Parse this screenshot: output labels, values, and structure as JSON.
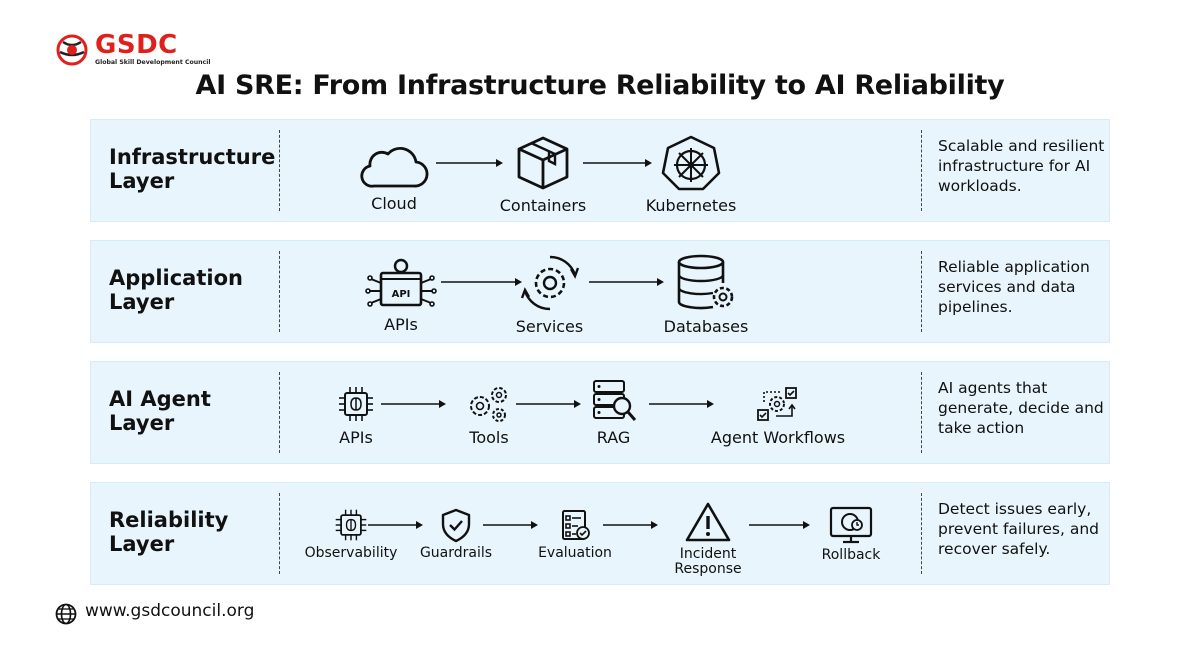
{
  "logo": {
    "text": "GSDC",
    "subtitle": "Global Skill Development Council"
  },
  "title": "AI SRE: From Infrastructure Reliability to AI Reliability",
  "layers": [
    {
      "name": "Infrastructure Layer",
      "items": [
        "Cloud",
        "Containers",
        "Kubernetes"
      ],
      "description": "Scalable and resilient infrastructure for AI workloads."
    },
    {
      "name": "Application Layer",
      "items": [
        "APIs",
        "Services",
        "Databases"
      ],
      "description": "Reliable application services and data pipelines."
    },
    {
      "name": "AI Agent Layer",
      "items": [
        "APIs",
        "Tools",
        "RAG",
        "Agent Workflows"
      ],
      "description": "AI agents that generate, decide and take action"
    },
    {
      "name": "Reliability Layer",
      "items": [
        "Observability",
        "Guardrails",
        "Evaluation",
        "Incident Response",
        "Rollback"
      ],
      "description": "Detect issues early, prevent failures, and recover safely."
    }
  ],
  "icons": {
    "layer1": [
      "cloud-icon",
      "container-box-icon",
      "kubernetes-icon"
    ],
    "layer2": [
      "api-icon",
      "services-gear-icon",
      "database-gear-icon"
    ],
    "layer3": [
      "ai-chip-icon",
      "tools-gears-icon",
      "rag-search-icon",
      "agent-workflow-icon"
    ],
    "layer4": [
      "ai-chip-icon",
      "shield-check-icon",
      "checklist-icon",
      "warning-icon",
      "monitor-rollback-icon"
    ]
  },
  "footer": {
    "url": "www.gsdcouncil.org"
  },
  "colors": {
    "brand": "#e0201b",
    "panel_bg": "#e8f5fc"
  }
}
